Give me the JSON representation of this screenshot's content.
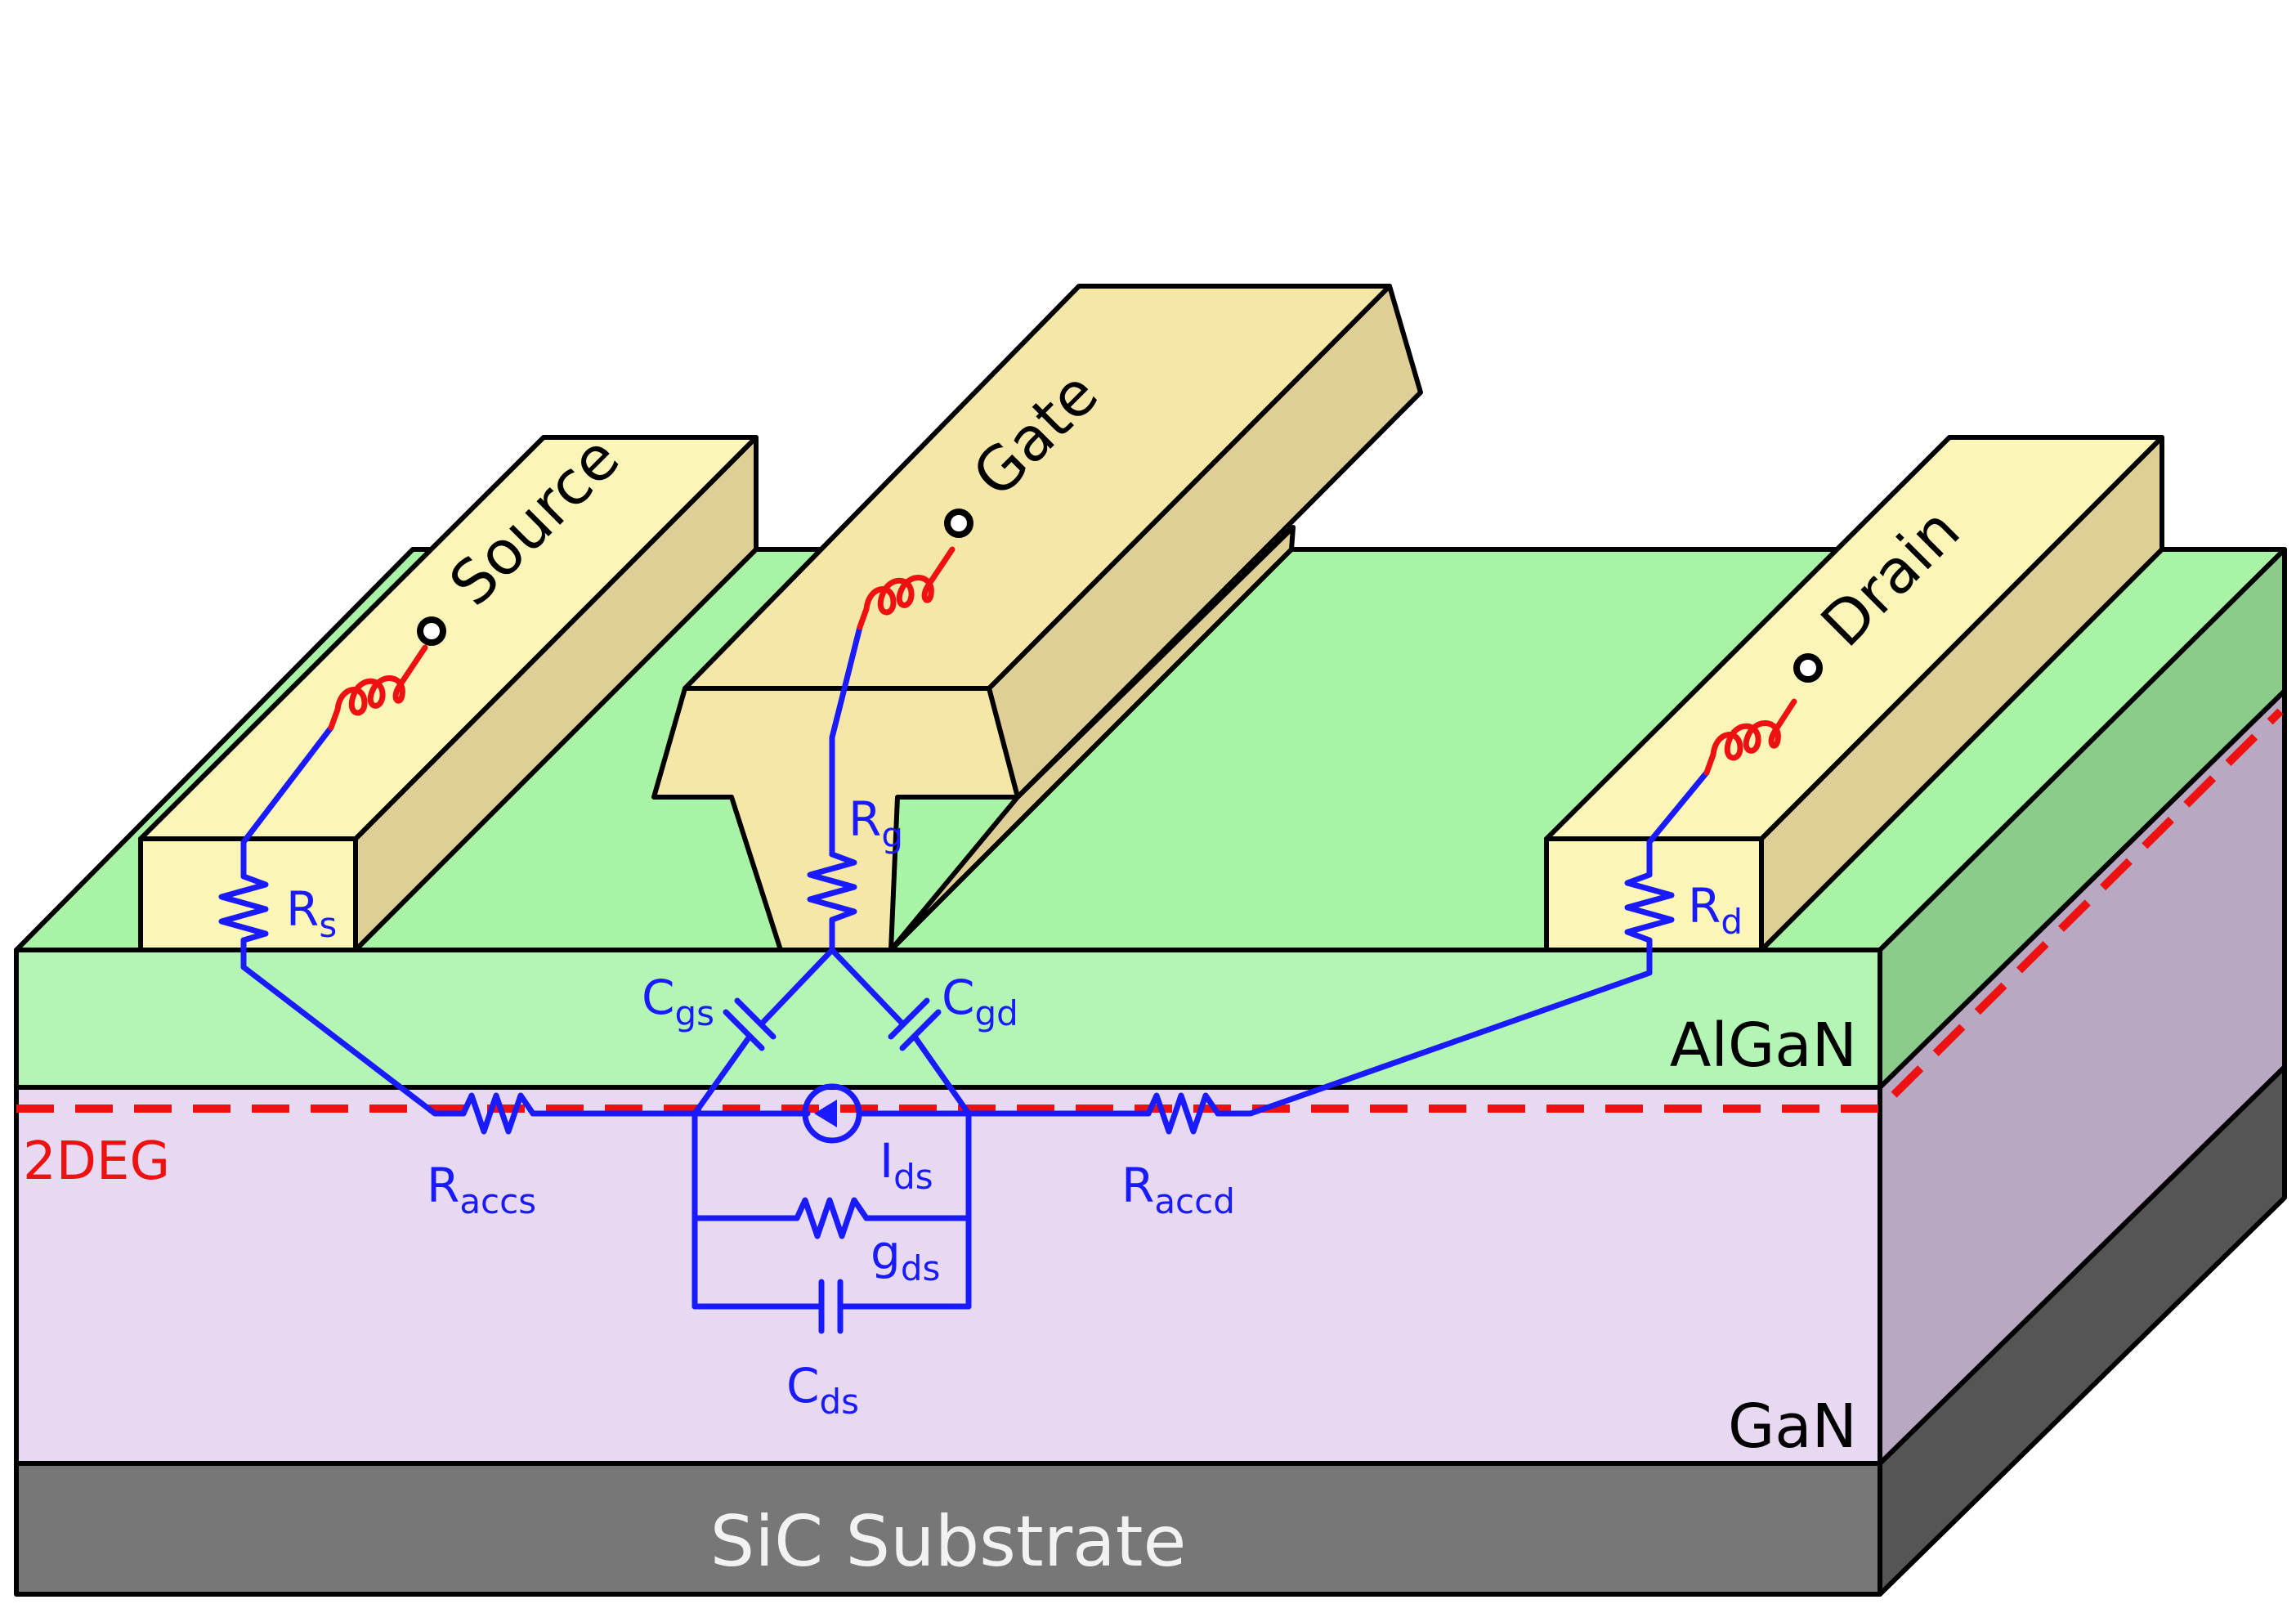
{
  "layers": {
    "algan": "AlGaN",
    "gan": "GaN",
    "substrate": "SiC Substrate",
    "twodeg": "2DEG"
  },
  "contacts": {
    "source": "Source",
    "gate": "Gate",
    "drain": "Drain"
  },
  "elements": {
    "rs": {
      "main": "R",
      "sub": "s"
    },
    "rg": {
      "main": "R",
      "sub": "g"
    },
    "rd": {
      "main": "R",
      "sub": "d"
    },
    "cgs": {
      "main": "C",
      "sub": "gs"
    },
    "cgd": {
      "main": "C",
      "sub": "gd"
    },
    "raccs": {
      "main": "R",
      "sub": "accs"
    },
    "raccd": {
      "main": "R",
      "sub": "accd"
    },
    "ids": {
      "main": "I",
      "sub": "ds"
    },
    "gds": {
      "main": "g",
      "sub": "ds"
    },
    "cds": {
      "main": "C",
      "sub": "ds"
    }
  },
  "colors": {
    "algan_front": "#b3f5b5",
    "algan_top": "#a8f3a6",
    "algan_side": "#8ccc8a",
    "gan_front": "#e8d9f2",
    "gan_side": "#b8a8c2",
    "substrate_front": "#777777",
    "substrate_side": "#555555",
    "metal_front": "#fcf5b8",
    "metal_top": "#f5e7a8",
    "metal_side": "#dfcf96",
    "circuit": "#1a1aff",
    "inductor": "#ee1111",
    "twodeg": "#ee1111"
  }
}
